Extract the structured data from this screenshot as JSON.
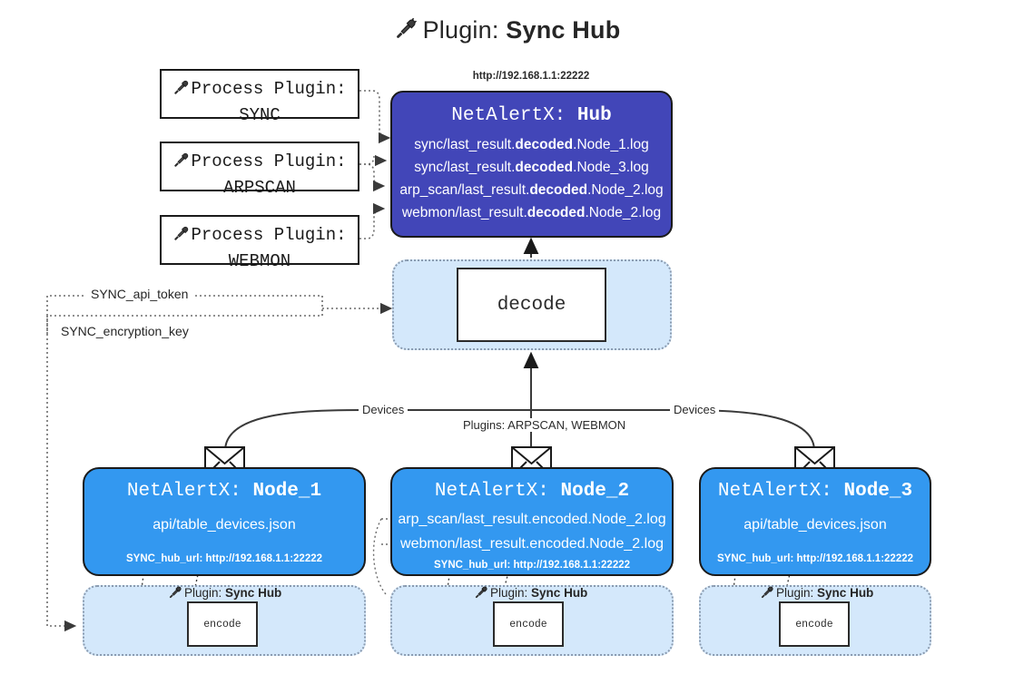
{
  "title": {
    "icon": "plug-icon",
    "prefix": "Plugin:",
    "name": "Sync Hub"
  },
  "process_plugins": [
    {
      "icon": "plug-icon",
      "line1": "Process Plugin:",
      "line2": "SYNC"
    },
    {
      "icon": "plug-icon",
      "line1": "Process Plugin:",
      "line2": "ARPSCAN"
    },
    {
      "icon": "plug-icon",
      "line1": "Process Plugin:",
      "line2": "WEBMON"
    }
  ],
  "hub": {
    "url": "http://192.168.1.1:22222",
    "app": "NetAlertX:",
    "name": "Hub",
    "color": "#4246b8",
    "logs": [
      {
        "pre": "sync/last_result.",
        "mid": "decoded",
        "post": ".Node_1.log"
      },
      {
        "pre": "sync/last_result.",
        "mid": "decoded",
        "post": ".Node_3.log"
      },
      {
        "pre": "arp_scan/last_result.",
        "mid": "decoded",
        "post": ".Node_2.log"
      },
      {
        "pre": "webmon/last_result.",
        "mid": "decoded",
        "post": ".Node_2.log"
      }
    ]
  },
  "decode": {
    "label": "decode",
    "band_color": "#d4e8fb"
  },
  "settings": [
    {
      "label": "SYNC_api_token"
    },
    {
      "label": "SYNC_encryption_key"
    }
  ],
  "edge_labels": {
    "left_devices": "Devices",
    "right_devices": "Devices",
    "center_plugins": "Plugins: ARPSCAN, WEBMON"
  },
  "nodes": [
    {
      "app": "NetAlertX:",
      "name": "Node_1",
      "color": "#3398f0",
      "rows": [
        "api/table_devices.json"
      ],
      "footer": "SYNC_hub_url: http://192.168.1.1:22222",
      "icon": "envelope-icon"
    },
    {
      "app": "NetAlertX:",
      "name": "Node_2",
      "color": "#3398f0",
      "rows": [
        "arp_scan/last_result.encoded.Node_2.log",
        "webmon/last_result.encoded.Node_2.log"
      ],
      "footer": "SYNC_hub_url: http://192.168.1.1:22222",
      "icon": "envelope-icon"
    },
    {
      "app": "NetAlertX:",
      "name": "Node_3",
      "color": "#3398f0",
      "rows": [
        "api/table_devices.json"
      ],
      "footer": "SYNC_hub_url: http://192.168.1.1:22222",
      "icon": "envelope-icon"
    }
  ],
  "encode_bands": [
    {
      "icon": "plug-icon",
      "prefix": "Plugin:",
      "name": "Sync Hub",
      "box": "encode"
    },
    {
      "icon": "plug-icon",
      "prefix": "Plugin:",
      "name": "Sync Hub",
      "box": "encode"
    },
    {
      "icon": "plug-icon",
      "prefix": "Plugin:",
      "name": "Sync Hub",
      "box": "encode"
    }
  ]
}
